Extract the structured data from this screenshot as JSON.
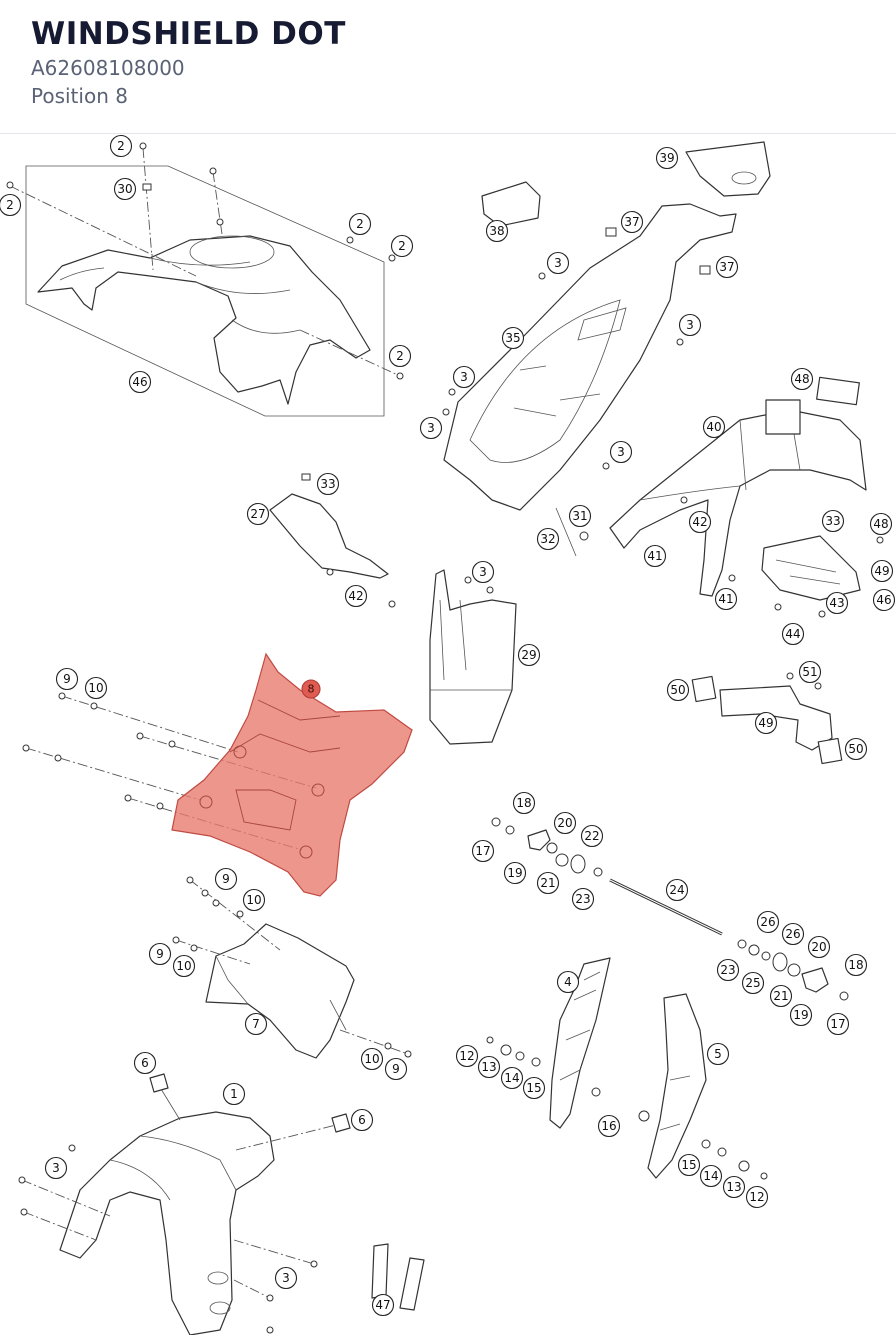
{
  "header": {
    "title": "WINDSHIELD DOT",
    "part_number": "A62608108000",
    "position": "Position 8"
  },
  "colors": {
    "highlight": "#e8786c",
    "highlight_badge": "#e05c52",
    "title": "#161b33",
    "subtitle": "#5a6375"
  },
  "highlighted_label": "8",
  "callouts": [
    "2",
    "30",
    "2",
    "2",
    "2",
    "2",
    "46",
    "39",
    "38",
    "37",
    "37",
    "3",
    "35",
    "3",
    "3",
    "3",
    "3",
    "48",
    "40",
    "33",
    "27",
    "42",
    "31",
    "32",
    "41",
    "33",
    "48",
    "42",
    "3",
    "29",
    "49",
    "46",
    "43",
    "41",
    "44",
    "9",
    "10",
    "8",
    "51",
    "50",
    "49",
    "50",
    "9",
    "10",
    "9",
    "10",
    "7",
    "10",
    "9",
    "18",
    "20",
    "22",
    "17",
    "19",
    "21",
    "23",
    "24",
    "26",
    "26",
    "20",
    "18",
    "23",
    "25",
    "21",
    "19",
    "17",
    "4",
    "5",
    "6",
    "1",
    "6",
    "12",
    "13",
    "14",
    "15",
    "16",
    "3",
    "3",
    "15",
    "14",
    "13",
    "12",
    "47"
  ]
}
